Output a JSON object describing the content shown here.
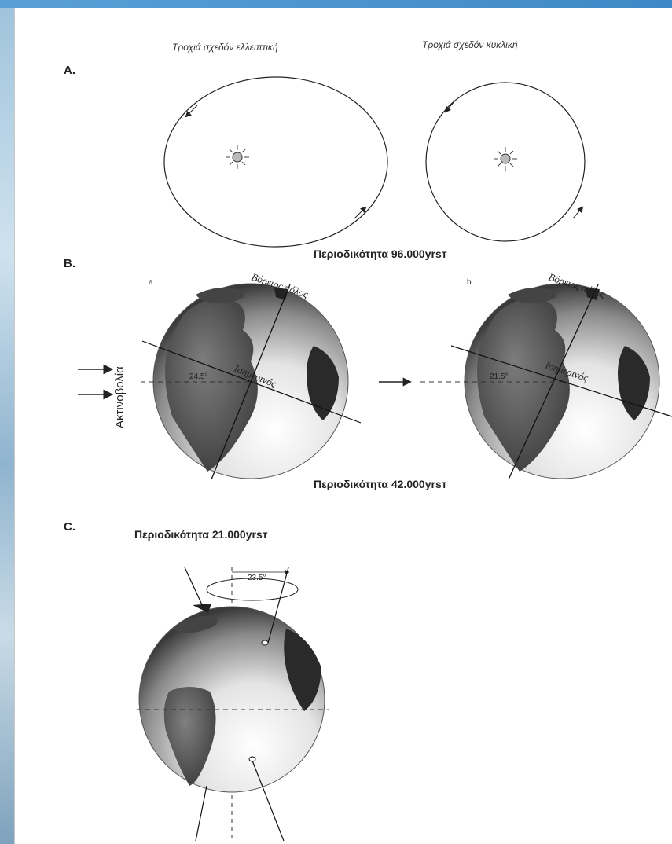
{
  "section_a": {
    "label": "A.",
    "caption_elliptical": "Τροχιά σχεδόν ελλειπτική",
    "caption_circular": "Τροχιά σχεδόν κυκλική",
    "period": "Περιοδικότητα 96.000yrsт"
  },
  "section_b": {
    "label": "B.",
    "sub_a": "a",
    "sub_b": "b",
    "north_pole": "Βόρειος πόλος",
    "equator": "Ισημερινός",
    "tilt_a": "24.5°",
    "tilt_b": "21.5°",
    "radiation": "Ακτινοβολία",
    "period": "Περιοδικότητα 42.000yrsт"
  },
  "section_c": {
    "label": "C.",
    "period": "Περιοδικότητα 21.000yrsт",
    "angle": "23.5°"
  }
}
